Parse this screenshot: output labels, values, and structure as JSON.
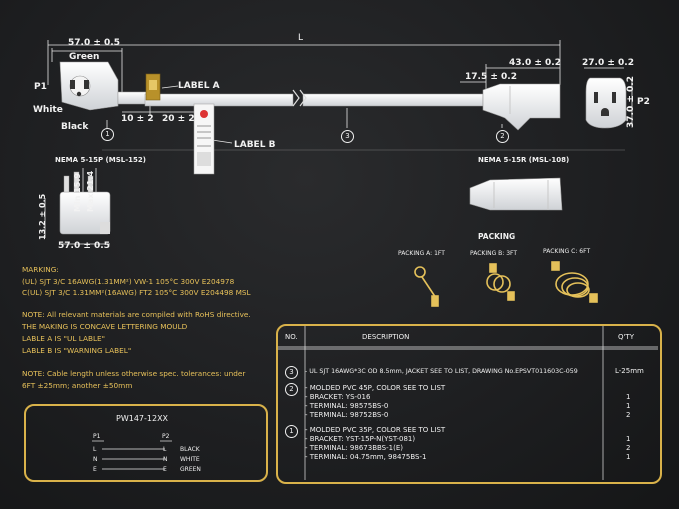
{
  "dims": {
    "overall_length": "L",
    "plug_width_top": "57.0 ± 0.5",
    "plug_width_bottom": "57.0 ± 0.5",
    "seg_10": "10 ± 2",
    "seg_20": "20 ± 2",
    "seg_17": "17.5 ± 0.2",
    "seg_43": "43.0 ± 0.2",
    "face_27": "27.0 ± 0.2",
    "face_37": "37.0 ± 0.2",
    "side_13": "13.2 ± 0.5",
    "side_min": "Min 15.9",
    "side_max": "Max 21.4"
  },
  "labels": {
    "green": "Green",
    "white": "White",
    "black": "Black",
    "p1": "P1",
    "p2": "P2",
    "label_a": "LABEL A",
    "label_b": "LABEL B",
    "n1": "1",
    "n2": "2",
    "n3": "3",
    "nema_p": "NEMA 5-15P (MSL-152)",
    "nema_r": "NEMA 5-15R (MSL-108)"
  },
  "marking": {
    "title": "MARKING:",
    "line1": "(UL) SJT 3/C 16AWG(1.31MM²) VW-1 105°C 300V E204978",
    "line2": "C(UL) SJT 3/C 1.31MM²(16AWG) FT2 105°C 300V E204498 MSL"
  },
  "notes": {
    "n1": "NOTE: All relevant materials are compiled with RoHS directive.",
    "n2": "THE MAKING IS CONCAVE LETTERING MOULD",
    "n3": "LABLE A IS \"UL LABLE\"",
    "n4": "LABLE B IS \"WARNING LABEL\"",
    "n5": "NOTE: Cable length unless otherwise spec. tolerances: under",
    "n6": "6FT ±25mm; another ±50mm"
  },
  "packing": {
    "title": "PACKING",
    "a": "PACKING A: 1FT",
    "b": "PACKING B: 3FT",
    "c": "PACKING C: 6FT"
  },
  "wiring": {
    "title": "PW147-12XX",
    "p1": "P1",
    "p2": "P2",
    "rows": [
      {
        "a": "L",
        "b": "L",
        "color": "BLACK"
      },
      {
        "a": "N",
        "b": "N",
        "color": "WHITE"
      },
      {
        "a": "E",
        "b": "E",
        "color": "GREEN"
      }
    ]
  },
  "table": {
    "h_no": "NO.",
    "h_desc": "DESCRIPTION",
    "h_qty": "Q'TY",
    "item3": {
      "num": "3",
      "line": "- UL SJT 16AWG*3C OD 8.5mm, JACKET SEE TO LIST, DRAWING No.EPSVT011603C-059",
      "qty": "L-25mm"
    },
    "item2": {
      "num": "2",
      "lines": [
        "- MOLDED PVC 45P, COLOR SEE TO LIST",
        "- BRACKET: YS-016",
        "- TERMINAL: 98575BS-0",
        "- TERMINAL: 98752BS-0"
      ],
      "qtys": [
        "",
        "1",
        "1",
        "2"
      ]
    },
    "item1": {
      "num": "1",
      "lines": [
        "- MOLDED PVC 35P, COLOR SEE TO LIST",
        "- BRACKET: YST-15P-N(YST-081)",
        "- TERMINAL: 98673BBS-1(E)",
        "- TERMINAL: 04.75mm, 98475BS-1"
      ],
      "qtys": [
        "",
        "1",
        "2",
        "1"
      ]
    }
  }
}
